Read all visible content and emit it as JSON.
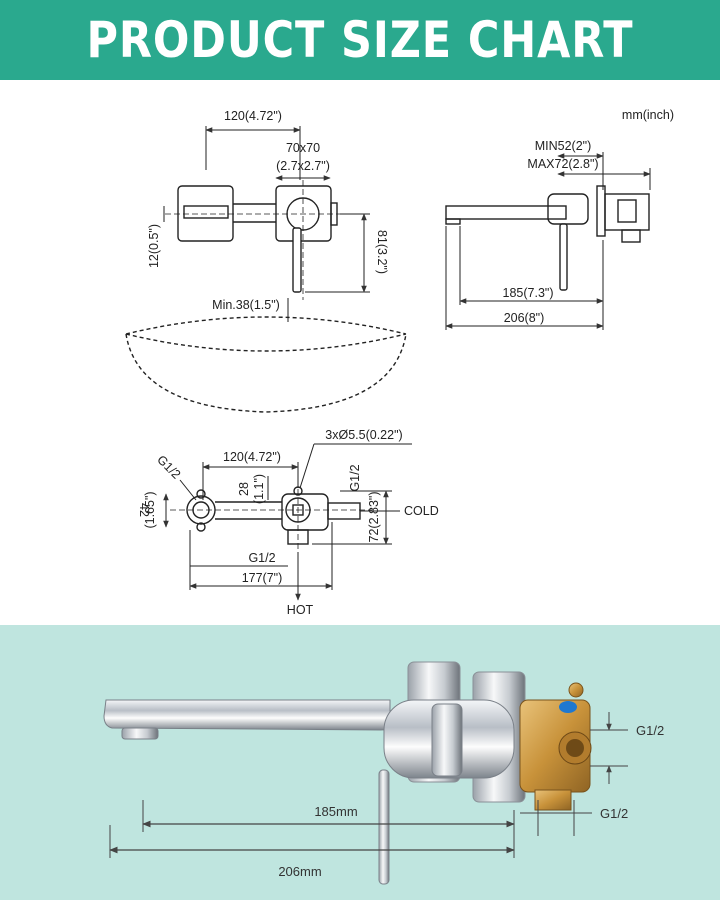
{
  "banner": {
    "title": "PRODUCT SIZE CHART",
    "color": "#2aa98e"
  },
  "front_view": {
    "width_label": "120(4.72\")",
    "plate_size_line1": "70x70",
    "plate_size_line2": "(2.7x2.7\")",
    "spout_height_label": "12(0.5\")",
    "handle_length_label": "81(3.2\")",
    "basin_clearance_label": "Min.38(1.5\")"
  },
  "side_view": {
    "units_label": "mm(inch)",
    "depth_min_label": "MIN52(2\")",
    "depth_max_label": "MAX72(2.8\")",
    "spout_reach_label": "185(7.3\")",
    "total_reach_label": "206(8\")"
  },
  "valve_view": {
    "hole_label": "3xØ5.5(0.22\")",
    "spacing_label": "120(4.72\")",
    "left_thread_label": "G1/2",
    "offset_label_line1": "28",
    "offset_label_line2": "(1.1\")",
    "right_thread_label": "G1/2",
    "height_label_line1": "42",
    "height_label_line2": "(1.65\")",
    "body_height_label": "72(2.83\")",
    "cold_label": "COLD",
    "bottom_thread_label": "G1/2",
    "total_width_label": "177(7\")",
    "hot_label": "HOT"
  },
  "photo": {
    "background": "#bfe5df",
    "spout_label": "185mm",
    "total_label": "206mm",
    "thread_label_top": "G1/2",
    "thread_label_bottom": "G1/2"
  }
}
